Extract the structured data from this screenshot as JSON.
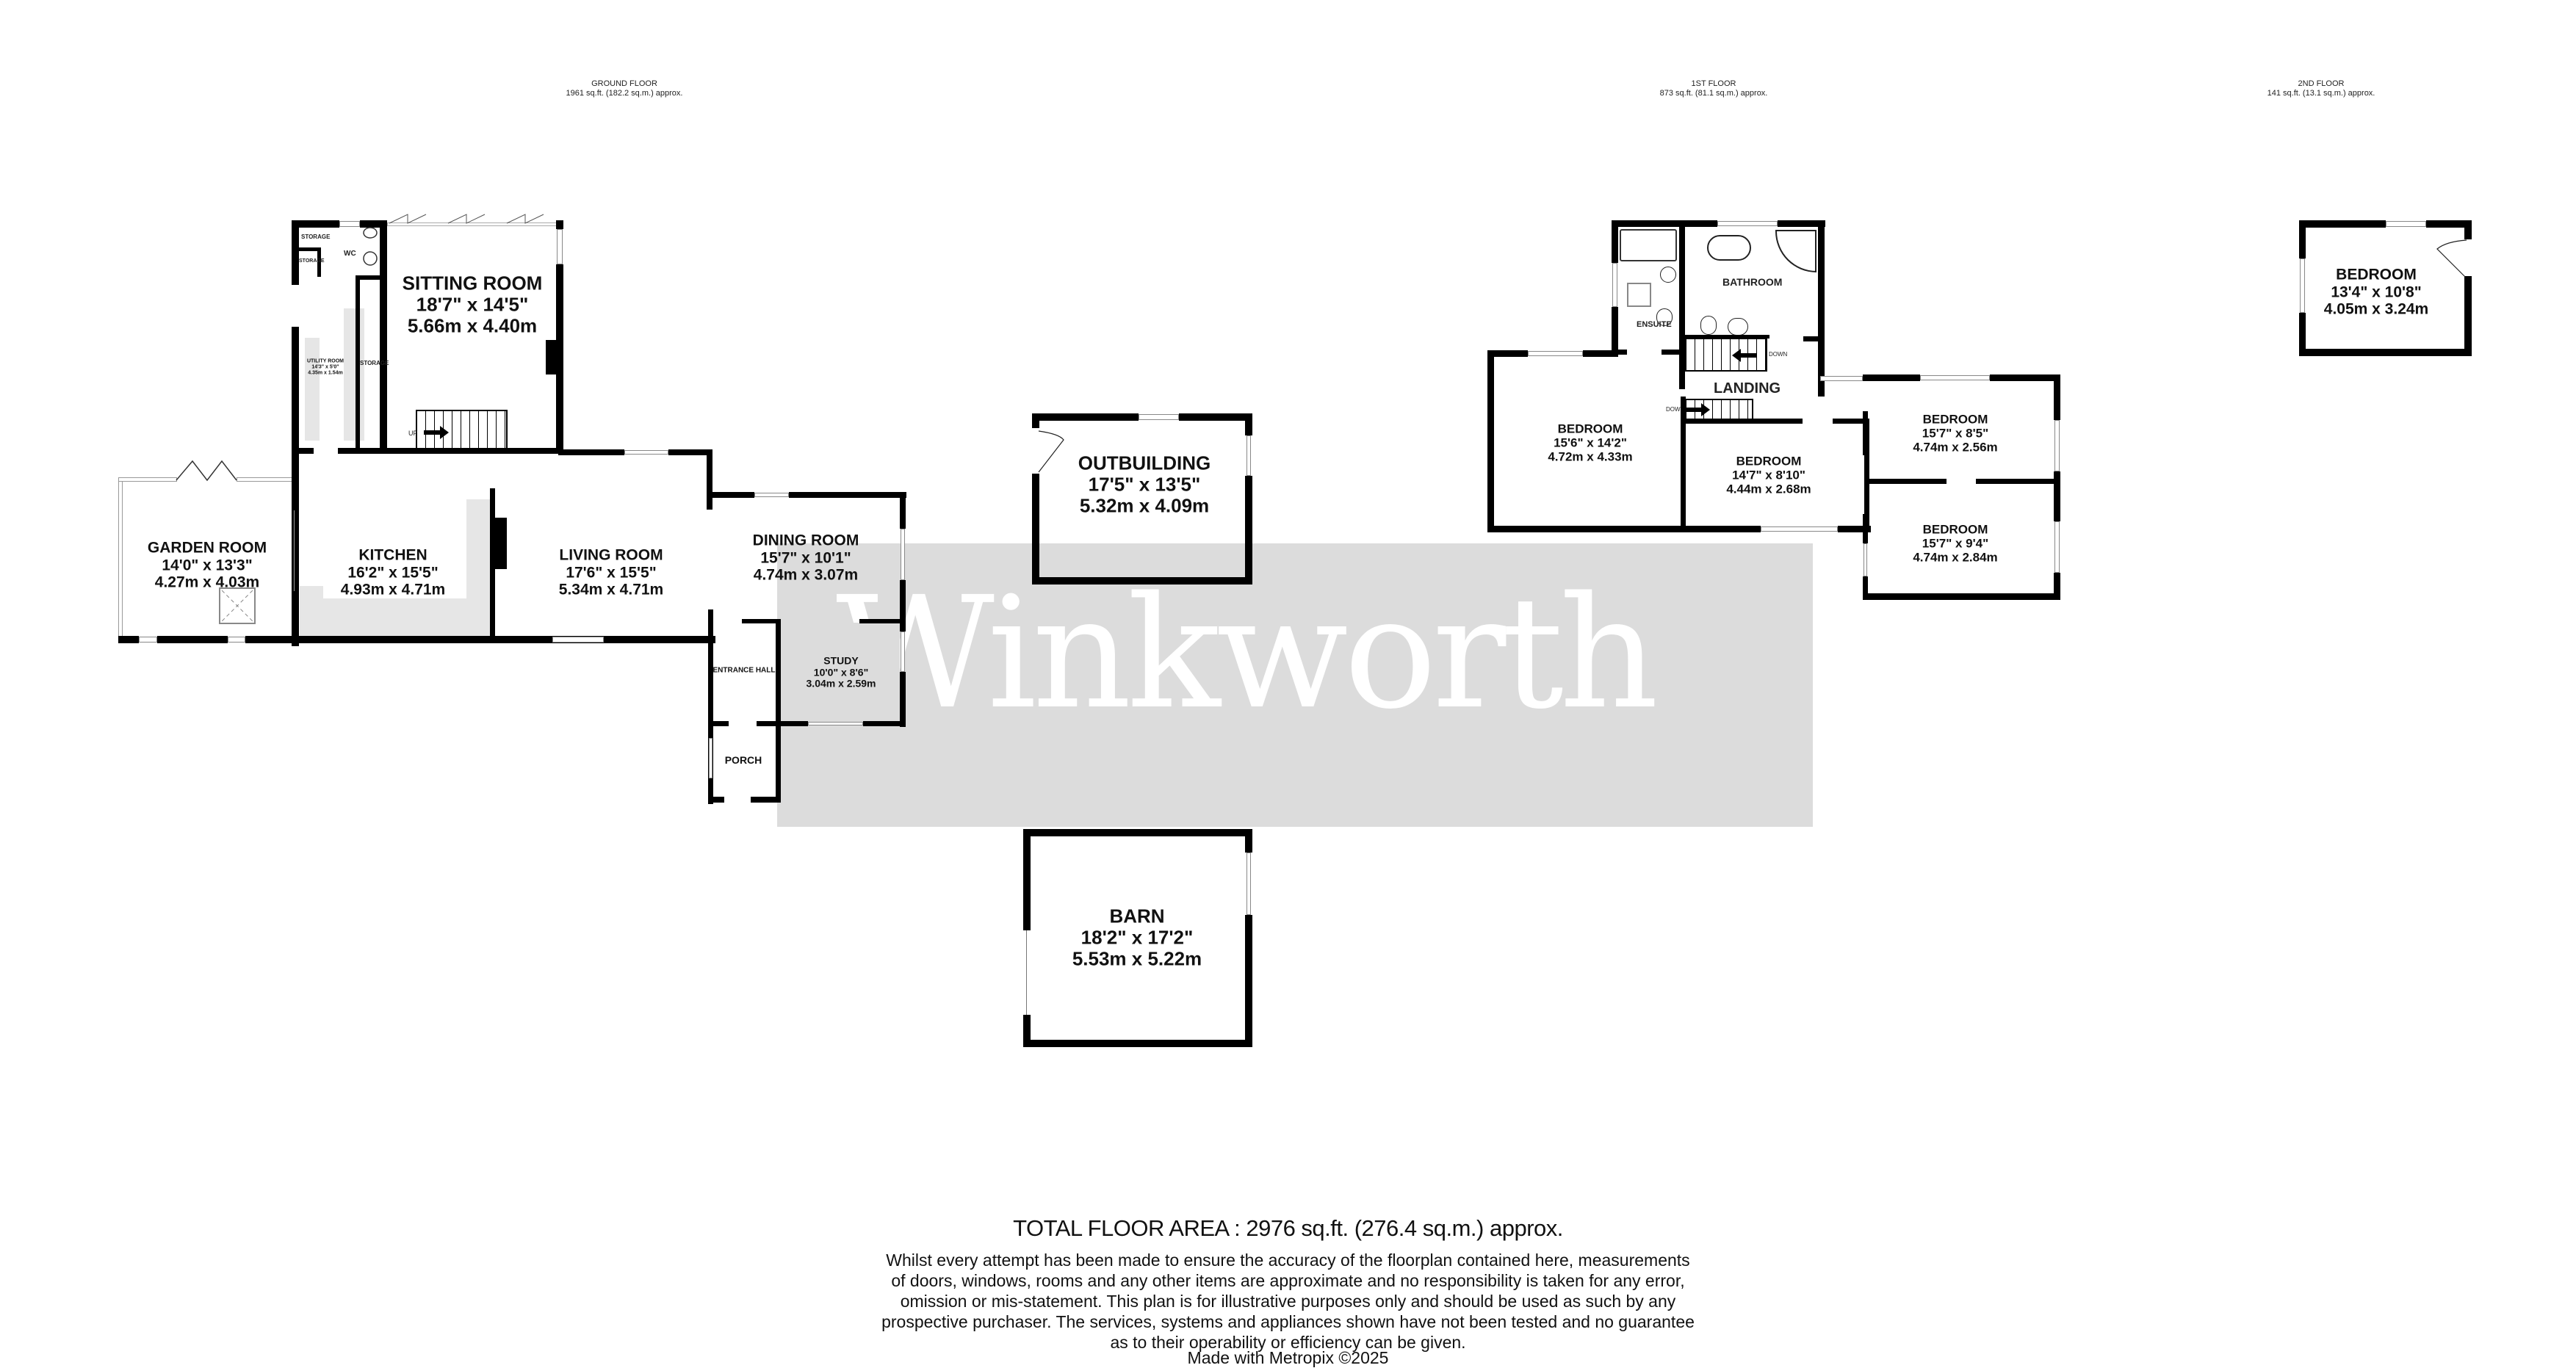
{
  "floors": {
    "ground": {
      "name": "GROUND FLOOR",
      "area": "1961 sq.ft. (182.2 sq.m.) approx."
    },
    "first": {
      "name": "1ST FLOOR",
      "area": "873 sq.ft. (81.1 sq.m.) approx."
    },
    "second": {
      "name": "2ND FLOOR",
      "area": "141 sq.ft. (13.1 sq.m.) approx."
    }
  },
  "watermark": "Winkworth",
  "ground_rooms": {
    "sitting": {
      "name": "SITTING ROOM",
      "imperial": "18'7\"  x 14'5\"",
      "metric": "5.66m  x 4.40m"
    },
    "garden": {
      "name": "GARDEN ROOM",
      "imperial": "14'0\"  x 13'3\"",
      "metric": "4.27m  x 4.03m"
    },
    "kitchen": {
      "name": "KITCHEN",
      "imperial": "16'2\"  x 15'5\"",
      "metric": "4.93m  x 4.71m"
    },
    "living": {
      "name": "LIVING ROOM",
      "imperial": "17'6\"  x 15'5\"",
      "metric": "5.34m  x 4.71m"
    },
    "dining": {
      "name": "DINING ROOM",
      "imperial": "15'7\"  x 10'1\"",
      "metric": "4.74m  x 3.07m"
    },
    "study": {
      "name": "STUDY",
      "imperial": "10'0\"  x 8'6\"",
      "metric": "3.04m  x 2.59m"
    },
    "utility": {
      "name": "UTILITY ROOM",
      "imperial": "14'3\"  x 5'0\"",
      "metric": "4.35m  x 1.54m"
    },
    "wc": {
      "name": "WC"
    },
    "storage1": {
      "name": "STORAGE"
    },
    "storage2": {
      "name": "STORAGE"
    },
    "storage3": {
      "name": "STORAGE"
    },
    "entrance": {
      "name": "ENTRANCE HALL"
    },
    "porch": {
      "name": "PORCH"
    },
    "stairs_up": "UP"
  },
  "outbuildings": {
    "outbuilding": {
      "name": "OUTBUILDING",
      "imperial": "17'5\"  x 13'5\"",
      "metric": "5.32m  x 4.09m"
    },
    "barn": {
      "name": "BARN",
      "imperial": "18'2\"  x 17'2\"",
      "metric": "5.53m  x 5.22m"
    }
  },
  "first_rooms": {
    "bathroom": {
      "name": "BATHROOM"
    },
    "ensuite": {
      "name": "ENSUITE"
    },
    "landing": {
      "name": "LANDING"
    },
    "bed1": {
      "name": "BEDROOM",
      "imperial": "15'6\"  x 14'2\"",
      "metric": "4.72m  x 4.33m"
    },
    "bed2": {
      "name": "BEDROOM",
      "imperial": "14'7\"  x 8'10\"",
      "metric": "4.44m  x 2.68m"
    },
    "bed3": {
      "name": "BEDROOM",
      "imperial": "15'7\"  x 8'5\"",
      "metric": "4.74m  x 2.56m"
    },
    "bed4": {
      "name": "BEDROOM",
      "imperial": "15'7\"  x 9'4\"",
      "metric": "4.74m  x 2.84m"
    },
    "stairs_down_1": "DOWN",
    "stairs_down_2": "DOWN"
  },
  "second_rooms": {
    "bed": {
      "name": "BEDROOM",
      "imperial": "13'4\"  x 10'8\"",
      "metric": "4.05m  x 3.24m"
    }
  },
  "footer": {
    "total": "TOTAL FLOOR AREA : 2976 sq.ft. (276.4 sq.m.) approx.",
    "disclaimer_lines": [
      "Whilst every attempt has been made to ensure the accuracy of the floorplan contained here, measurements",
      "of doors, windows, rooms and any other items are approximate and no responsibility is taken for any error,",
      "omission or mis-statement. This plan is for illustrative purposes only and should be used as such by any",
      "prospective purchaser. The services, systems and appliances shown have not been tested and no guarantee",
      "as to their operability or efficiency can be given."
    ],
    "made_with": "Made with Metropix ©2025"
  },
  "colors": {
    "wall": "#000000",
    "watermark_bg": "#dcdcdc",
    "fixture_fill": "#e6e6e6"
  }
}
